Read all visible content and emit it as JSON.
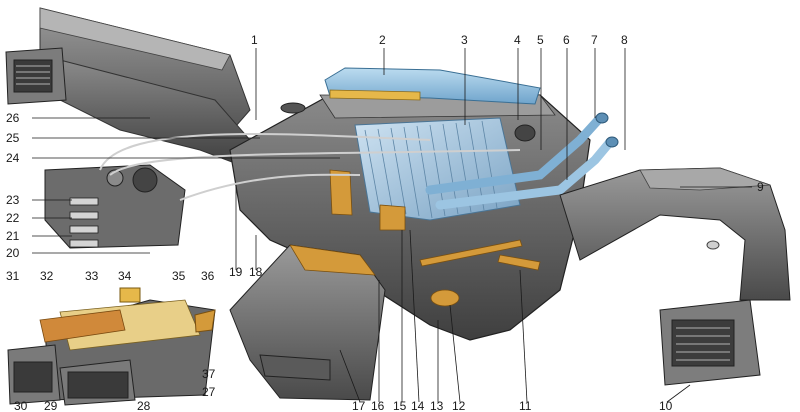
{
  "figure": {
    "callouts": {
      "top": [
        "1",
        "2",
        "3",
        "4",
        "5",
        "6",
        "7",
        "8"
      ],
      "left": [
        "26",
        "25",
        "24",
        "23",
        "22",
        "21",
        "20"
      ],
      "bottom": [
        "31",
        "32",
        "33",
        "34",
        "35",
        "36",
        "37",
        "27",
        "30",
        "29",
        "28",
        "19",
        "18",
        "17",
        "16",
        "15",
        "14",
        "13",
        "12",
        "11",
        "10",
        "9"
      ]
    }
  }
}
